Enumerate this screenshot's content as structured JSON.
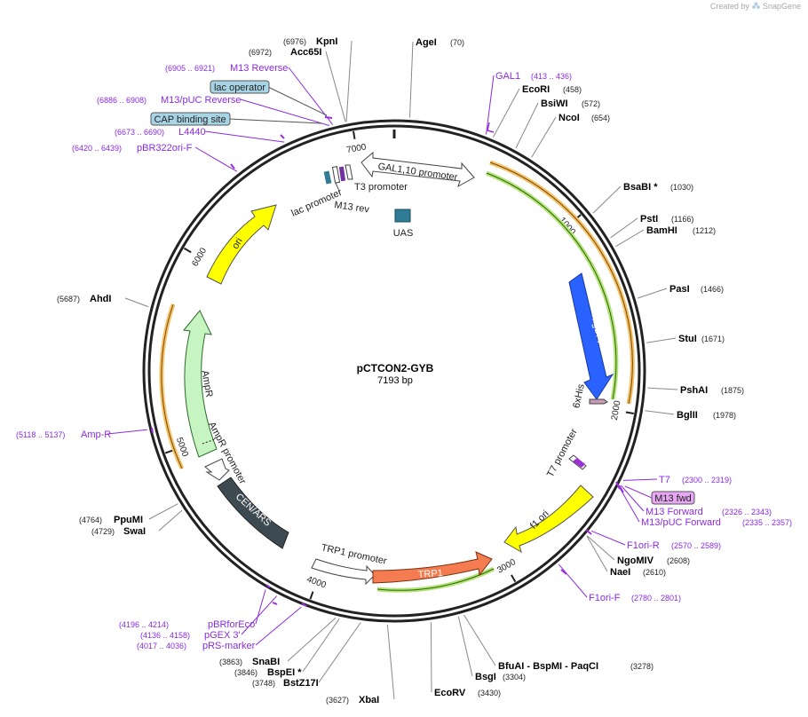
{
  "branding": {
    "created_by": "Created by",
    "logo_text": "SnapGene"
  },
  "plasmid": {
    "name": "pCTCON2-GYB",
    "length_label": "7193 bp",
    "length": 7193
  },
  "colors": {
    "enzyme_text": "#000000",
    "feature_text": "#8a2be2",
    "backbone": "#222222",
    "primer_mark": "#9b30d9"
  },
  "ticks": [
    {
      "pos": 1000,
      "label": "1000"
    },
    {
      "pos": 2000,
      "label": "2000"
    },
    {
      "pos": 3000,
      "label": "3000"
    },
    {
      "pos": 4000,
      "label": "4000"
    },
    {
      "pos": 5000,
      "label": "5000"
    },
    {
      "pos": 6000,
      "label": "6000"
    },
    {
      "pos": 7000,
      "label": "7000"
    }
  ],
  "enzymes": [
    {
      "name": "AgeI",
      "coord": "(70)",
      "pos": 70
    },
    {
      "name": "EcoRI",
      "coord": "(458)",
      "pos": 458
    },
    {
      "name": "BsiWI",
      "coord": "(572)",
      "pos": 572
    },
    {
      "name": "NcoI",
      "coord": "(654)",
      "pos": 654
    },
    {
      "name": "BsaBI *",
      "coord": "(1030)",
      "pos": 1030
    },
    {
      "name": "PstI",
      "coord": "(1166)",
      "pos": 1166
    },
    {
      "name": "BamHI",
      "coord": "(1212)",
      "pos": 1212
    },
    {
      "name": "PasI",
      "coord": "(1466)",
      "pos": 1466
    },
    {
      "name": "StuI",
      "coord": "(1671)",
      "pos": 1671
    },
    {
      "name": "PshAI",
      "coord": "(1875)",
      "pos": 1875
    },
    {
      "name": "BglII",
      "coord": "(1978)",
      "pos": 1978
    },
    {
      "name": "NgoMIV",
      "coord": "(2608)",
      "pos": 2608
    },
    {
      "name": "NaeI",
      "coord": "(2610)",
      "pos": 2610
    },
    {
      "name": "BfuAI - BspMI - PaqCI",
      "coord": "(3278)",
      "pos": 3278
    },
    {
      "name": "BsgI",
      "coord": "(3304)",
      "pos": 3304
    },
    {
      "name": "EcoRV",
      "coord": "(3430)",
      "pos": 3430
    },
    {
      "name": "XbaI",
      "coord": "(3627)",
      "pos": 3627
    },
    {
      "name": "BstZ17I",
      "coord": "(3748)",
      "pos": 3748
    },
    {
      "name": "BspEI *",
      "coord": "(3846)",
      "pos": 3846
    },
    {
      "name": "SnaBI",
      "coord": "(3863)",
      "pos": 3863
    },
    {
      "name": "SwaI",
      "coord": "(4729)",
      "pos": 4729
    },
    {
      "name": "PpuMI",
      "coord": "(4764)",
      "pos": 4764
    },
    {
      "name": "AhdI",
      "coord": "(5687)",
      "pos": 5687
    },
    {
      "name": "Acc65I",
      "coord": "(6972)",
      "pos": 6972
    },
    {
      "name": "KpnI",
      "coord": "(6976)",
      "pos": 6976
    }
  ],
  "primers": [
    {
      "name": "GAL1",
      "coord": "(413 .. 436)",
      "pos": 424
    },
    {
      "name": "T7",
      "coord": "(2300 .. 2319)",
      "pos": 2309
    },
    {
      "name": "M13 Forward",
      "coord": "(2326 .. 2343)",
      "pos": 2334
    },
    {
      "name": "M13/pUC Forward",
      "coord": "(2335 .. 2357)",
      "pos": 2346
    },
    {
      "name": "F1ori-R",
      "coord": "(2570 .. 2589)",
      "pos": 2579
    },
    {
      "name": "F1ori-F",
      "coord": "(2780 .. 2801)",
      "pos": 2790
    },
    {
      "name": "pRS-marker",
      "coord": "(4017 .. 4036)",
      "pos": 4026
    },
    {
      "name": "pGEX 3'",
      "coord": "(4136 .. 4158)",
      "pos": 4147
    },
    {
      "name": "pBRforEco",
      "coord": "(4196 .. 4214)",
      "pos": 4205
    },
    {
      "name": "Amp-R",
      "coord": "(5118 .. 5137)",
      "pos": 5127
    },
    {
      "name": "pBR322ori-F",
      "coord": "(6420 .. 6439)",
      "pos": 6429
    },
    {
      "name": "L4440",
      "coord": "(6673 .. 6690)",
      "pos": 6681
    },
    {
      "name": "M13/pUC Reverse",
      "coord": "(6886 .. 6908)",
      "pos": 6897
    },
    {
      "name": "M13 Reverse",
      "coord": "(6905 .. 6921)",
      "pos": 6913
    }
  ],
  "boxed_features": [
    {
      "name": "M13 fwd"
    },
    {
      "name": "lac operator"
    },
    {
      "name": "CAP binding site"
    }
  ],
  "features": [
    {
      "name": "GAL1,10 promoter"
    },
    {
      "name": "T3 promoter"
    },
    {
      "name": "M13 rev"
    },
    {
      "name": "lac promoter"
    },
    {
      "name": "UAS"
    },
    {
      "name": "TagBFP"
    },
    {
      "name": "6xHis"
    },
    {
      "name": "T7 promoter"
    },
    {
      "name": "f1 ori"
    },
    {
      "name": "TRP1 promoter"
    },
    {
      "name": "TRP1"
    },
    {
      "name": "CEN/ARS"
    },
    {
      "name": "AmpR promoter"
    },
    {
      "name": "AmpR"
    },
    {
      "name": "ori"
    }
  ]
}
